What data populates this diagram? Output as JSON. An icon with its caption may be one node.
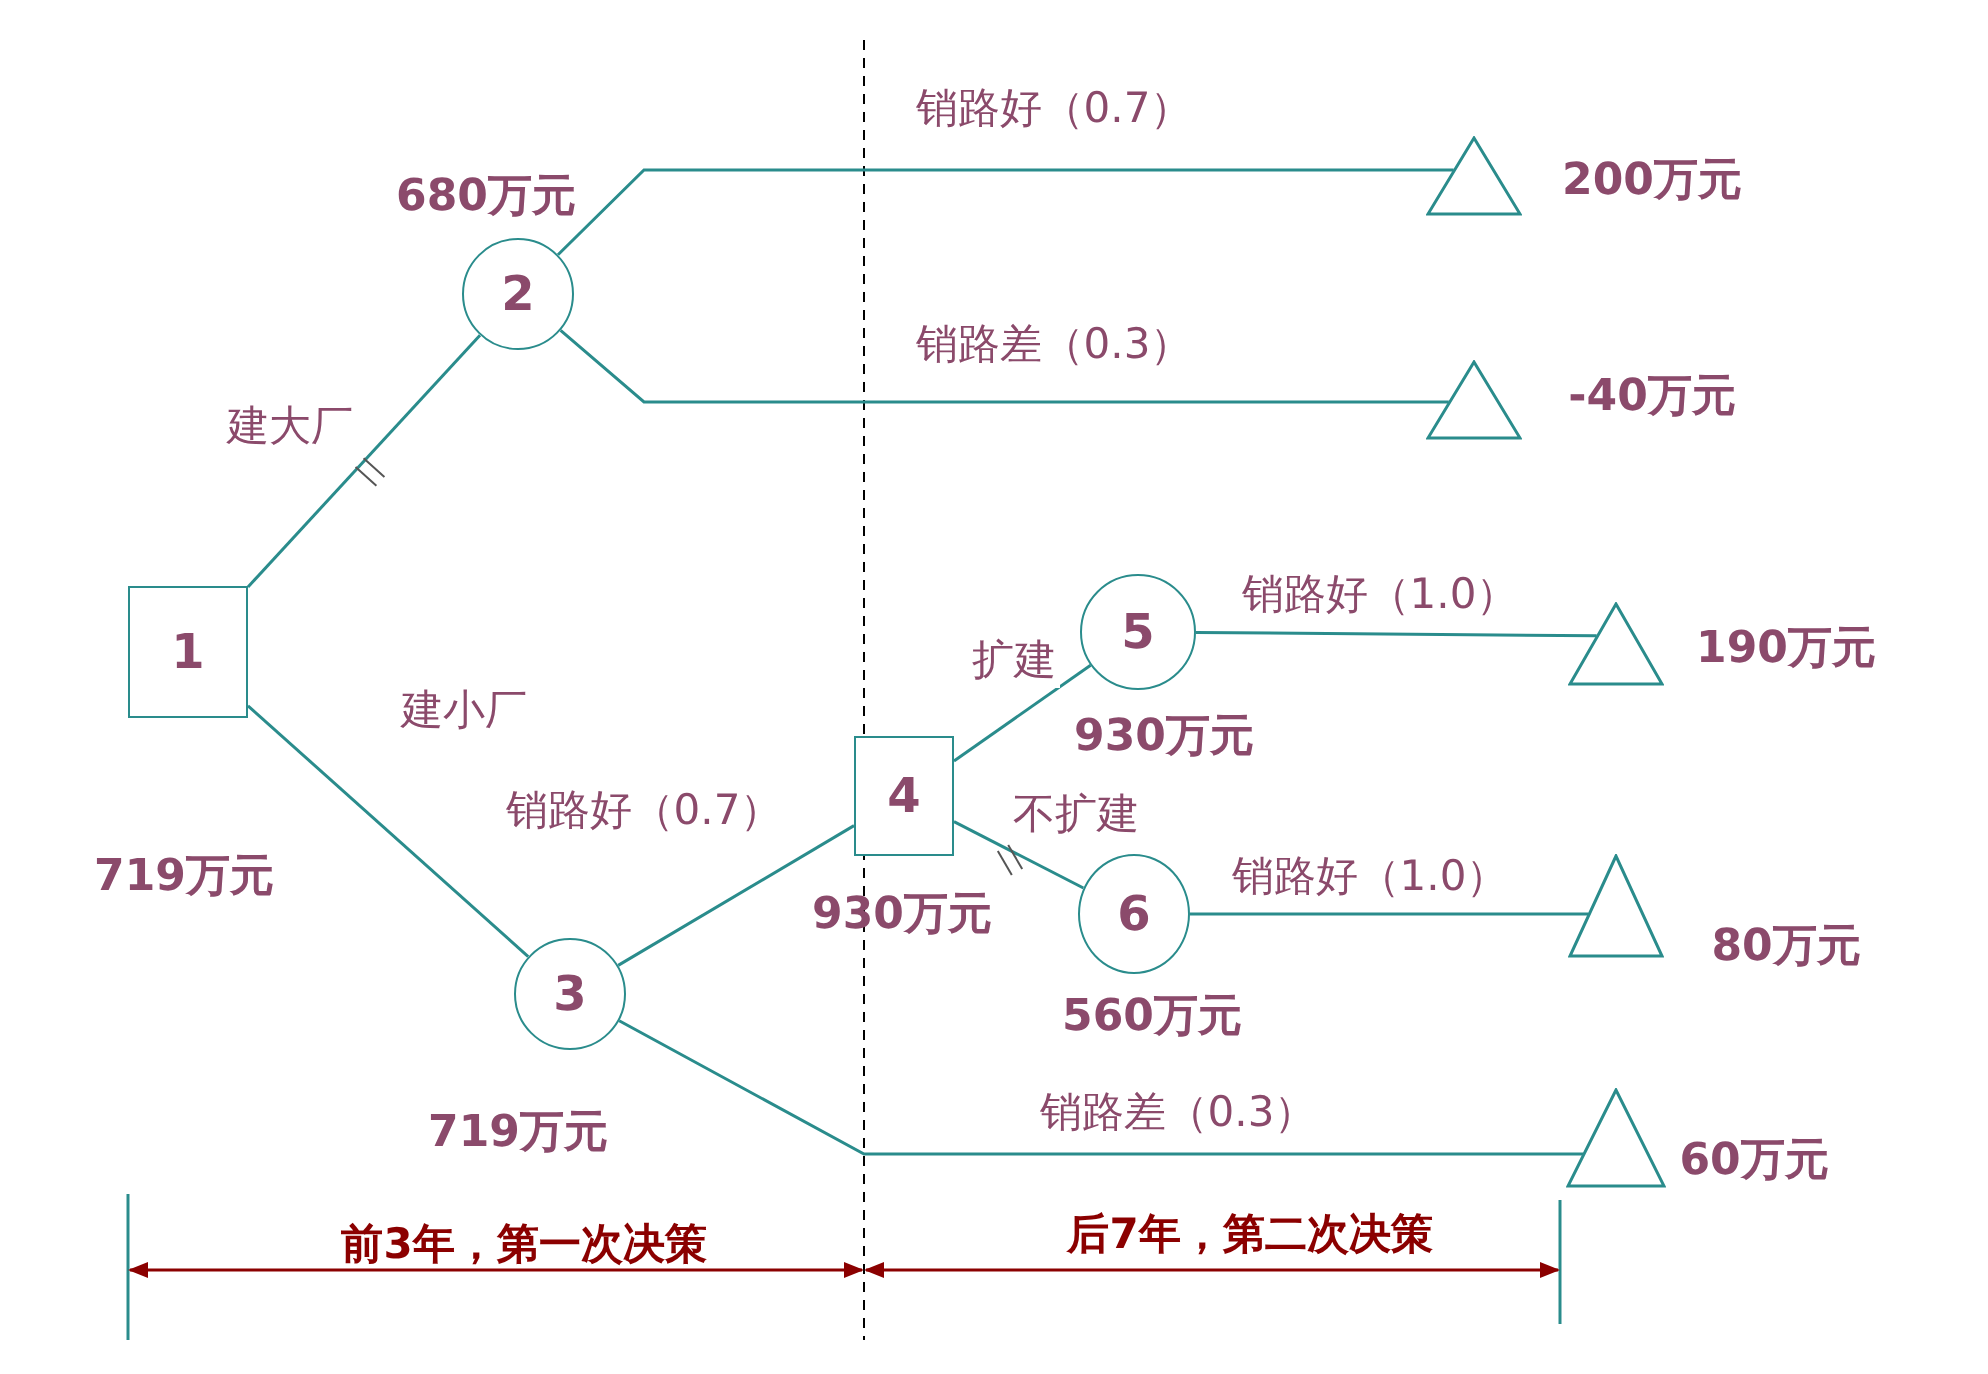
{
  "diagram": {
    "nodes": [
      {
        "text": [
          "1"
        ],
        "beside": [
          "719万元"
        ]
      },
      {
        "text": [
          "2"
        ],
        "beside": [
          "680万元"
        ]
      },
      {
        "text": [
          "3"
        ],
        "beside": [
          "719万元"
        ]
      },
      {
        "text": [
          "4"
        ],
        "beside": [
          "930万元"
        ]
      },
      {
        "text": [
          "5"
        ],
        "beside": [
          "930万元"
        ]
      },
      {
        "text": [
          "6"
        ],
        "beside": [
          "560万元"
        ]
      },
      {
        "text": [],
        "shape": "triangle",
        "beside": [
          "200万元"
        ]
      },
      {
        "text": [],
        "shape": "triangle",
        "beside": [
          "-40万元"
        ]
      },
      {
        "text": [],
        "shape": "triangle",
        "beside": [
          "190万元"
        ]
      },
      {
        "text": [],
        "shape": "triangle",
        "beside": [
          "80万元"
        ]
      },
      {
        "text": [],
        "shape": "triangle",
        "beside": [
          "60万元"
        ]
      }
    ],
    "edges": [
      {
        "from": 0,
        "to": 1,
        "arrow": "none",
        "label": "建大厂"
      },
      {
        "from": 0,
        "to": 2,
        "arrow": "none",
        "label": "建小厂"
      },
      {
        "from": 1,
        "to": 6,
        "arrow": "none",
        "label": "销路好（0.7）"
      },
      {
        "from": 1,
        "to": 7,
        "arrow": "none",
        "label": "销路差（0.3）"
      },
      {
        "from": 2,
        "to": 3,
        "arrow": "none",
        "label": "销路好（0.7）"
      },
      {
        "from": 2,
        "to": 10,
        "arrow": "none",
        "label": "销路差（0.3）"
      },
      {
        "from": 3,
        "to": 4,
        "arrow": "none",
        "label": "扩建"
      },
      {
        "from": 3,
        "to": 5,
        "arrow": "none",
        "label": "不扩建"
      },
      {
        "from": 4,
        "to": 8,
        "arrow": "none",
        "label": "销路好（1.0）"
      },
      {
        "from": 5,
        "to": 9,
        "arrow": "none",
        "label": "销路好（1.0）"
      }
    ],
    "labels": [
      "前3年，第一次决策",
      "后7年，第二次决策"
    ]
  }
}
